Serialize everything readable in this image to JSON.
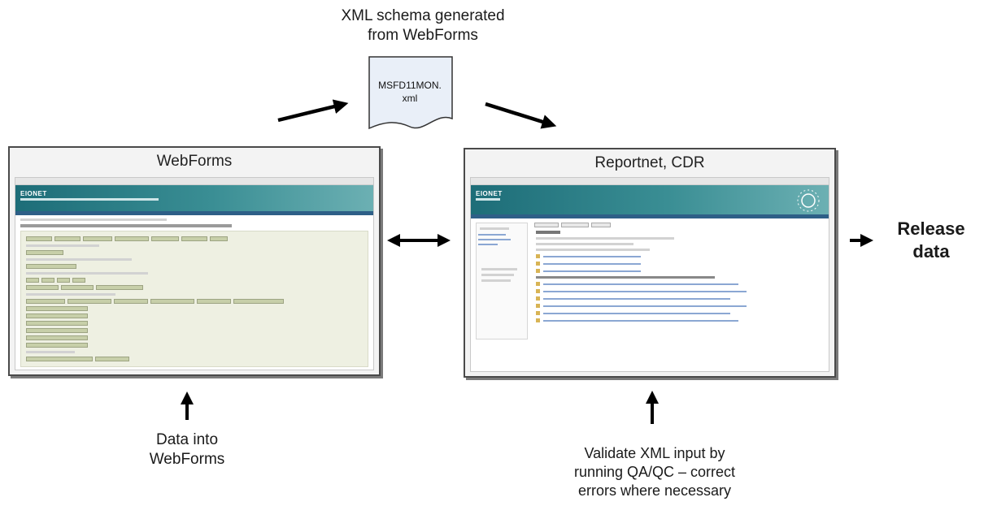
{
  "top_caption": [
    "XML schema generated",
    "from WebForms"
  ],
  "document_label": [
    "MSFD11MON.",
    "xml"
  ],
  "webforms_title": "WebForms",
  "reportnet_title": "Reportnet, CDR",
  "release_label": [
    "Release",
    "data"
  ],
  "data_into_label": [
    "Data into",
    "WebForms"
  ],
  "validate_label": [
    "Validate XML input by",
    "running QA/QC – correct",
    "errors where necessary"
  ],
  "eionet_wordmark": "EIONET",
  "colors": {
    "arrow": "#000000",
    "frame": "#4a4a4a",
    "banner": "#1d6d78",
    "document_fill": "#e9eff8"
  }
}
